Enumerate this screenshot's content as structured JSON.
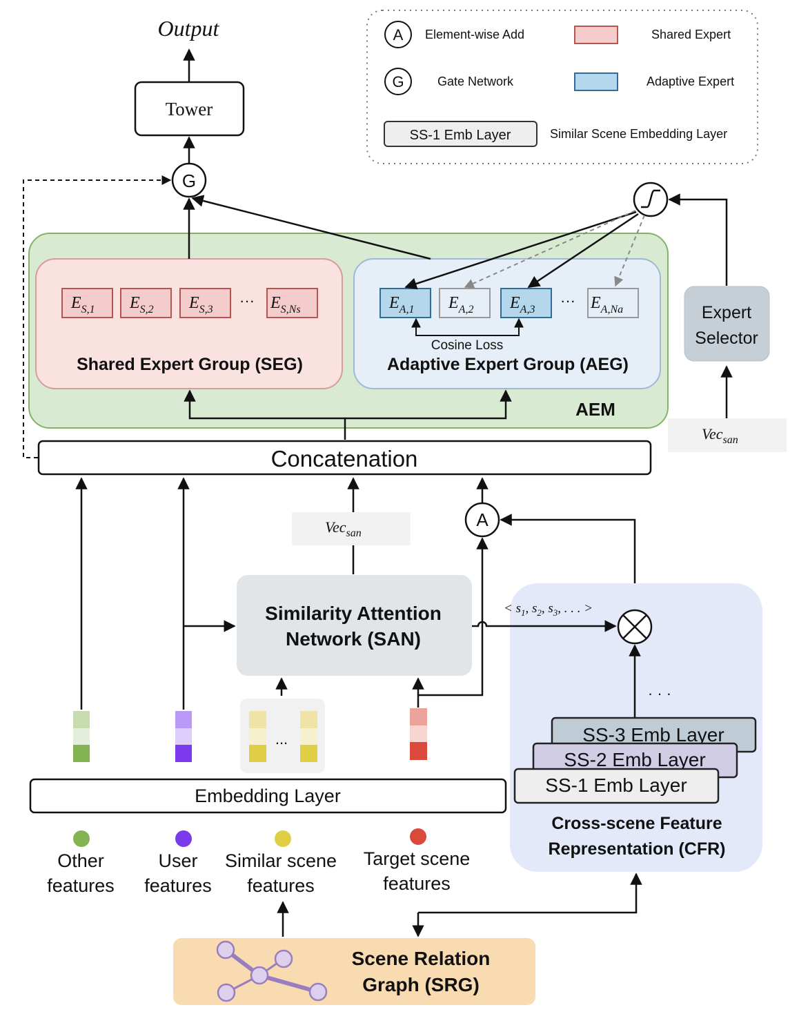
{
  "output_label": "Output",
  "tower_label": "Tower",
  "legend": {
    "add_symbol": "A",
    "add_label": "Element-wise Add",
    "gate_symbol": "G",
    "gate_label": "Gate Network",
    "shared_label": "Shared Expert",
    "adaptive_label": "Adaptive Expert",
    "emb_box_label": "SS-1 Emb Layer",
    "emb_desc": "Similar Scene Embedding Layer",
    "colors": {
      "shared": "#f4cccc",
      "adaptive": "#b4d7eb"
    }
  },
  "gate_symbol": "G",
  "add_symbol": "A",
  "aem_label": "AEM",
  "seg": {
    "title": "Shared Expert Group (SEG)",
    "experts": [
      {
        "base": "E",
        "sub": "S,1"
      },
      {
        "base": "E",
        "sub": "S,2"
      },
      {
        "base": "E",
        "sub": "S,3"
      },
      {
        "base": "E",
        "sub": "S,Ns"
      }
    ],
    "ellipsis": "···"
  },
  "aeg": {
    "title": "Adaptive Expert Group (AEG)",
    "experts": [
      {
        "base": "E",
        "sub": "A,1"
      },
      {
        "base": "E",
        "sub": "A,2"
      },
      {
        "base": "E",
        "sub": "A,3"
      },
      {
        "base": "E",
        "sub": "A,Na"
      }
    ],
    "ellipsis": "···",
    "cosine_loss": "Cosine Loss"
  },
  "expert_selector": {
    "line1": "Expert",
    "line2": "Selector"
  },
  "vec_san": {
    "base": "Vec",
    "sub": "san"
  },
  "concat_label": "Concatenation",
  "san": {
    "line1": "Similarity Attention",
    "line2": "Network (SAN)"
  },
  "scene_seq": "< s1, s2, s3, ... >",
  "cfr": {
    "layers": [
      "SS-3 Emb Layer",
      "SS-2 Emb Layer",
      "SS-1 Emb Layer"
    ],
    "dots": "· · ·",
    "title_line1": "Cross-scene Feature",
    "title_line2": "Representation (CFR)"
  },
  "embedding_layer": "Embedding Layer",
  "feature_dots": "...",
  "features": [
    {
      "line1": "Other",
      "line2": "features",
      "color": "#84b451"
    },
    {
      "line1": "User",
      "line2": "features",
      "color": "#7c3aed"
    },
    {
      "line1": "Similar scene",
      "line2": "features",
      "color": "#e0cf45"
    },
    {
      "line1": "Target scene",
      "line2": "features",
      "color": "#d94a3c"
    }
  ],
  "srg": {
    "line1": "Scene Relation",
    "line2": "Graph (SRG)"
  }
}
